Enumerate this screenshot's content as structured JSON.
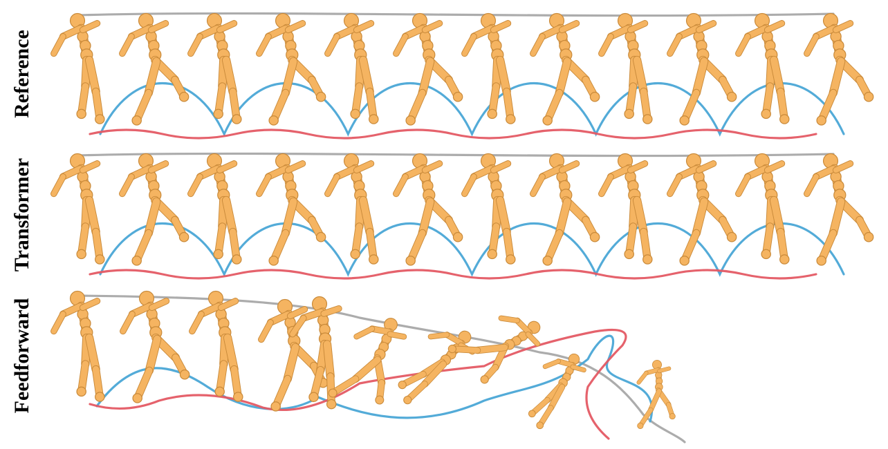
{
  "rows": [
    {
      "label": "Reference"
    },
    {
      "label": "Transformer"
    },
    {
      "label": "Feedforward"
    }
  ],
  "colors": {
    "body": "#F5B461",
    "body_outline": "#C98A3A",
    "head_trail": "#A8A8A8",
    "left_foot_trail": "#E45A64",
    "right_foot_trail": "#4AA6D6"
  }
}
